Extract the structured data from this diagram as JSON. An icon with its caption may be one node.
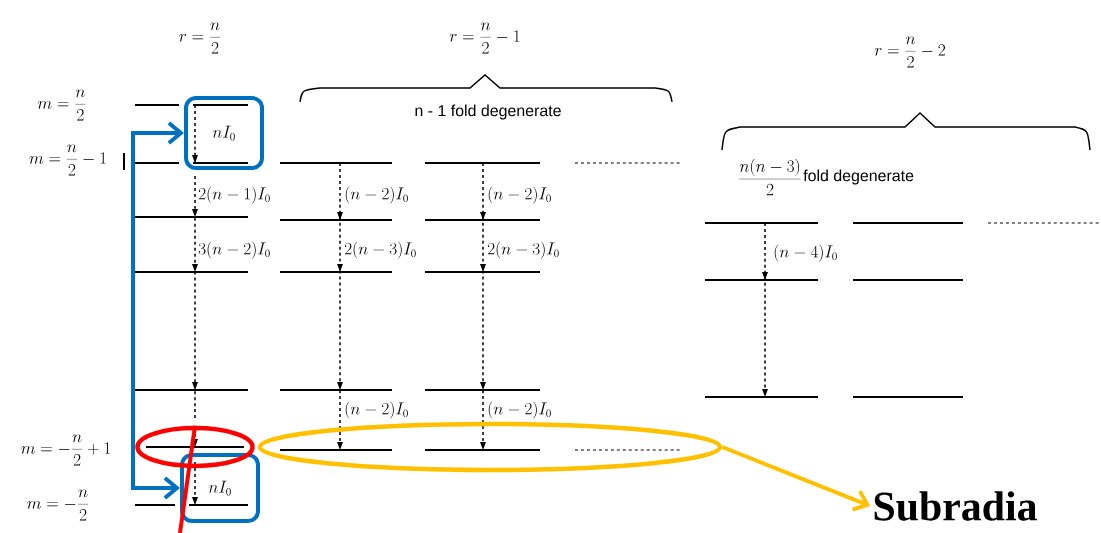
{
  "diagram": {
    "nodes": [
      {
        "text": [
          "nI_0"
        ]
      },
      {
        "text": [
          "nI_0"
        ]
      },
      {
        "text": [],
        "shape": "ellipse"
      },
      {
        "text": [],
        "shape": "ellipse"
      },
      {
        "text": [
          "Subradia"
        ]
      }
    ],
    "edges": [
      {
        "from": 0,
        "to": 1,
        "arrow": "both",
        "color": "#0070c0"
      },
      {
        "from": 3,
        "to": 4,
        "arrow": "to",
        "color": "#ffc000"
      },
      {
        "from": 2,
        "to": null,
        "arrow": "none",
        "color": "#ff0000"
      }
    ],
    "labels": [
      "r = \\frac{n}{2}",
      "r = \\frac{n}{2} - 1",
      "r = \\frac{n}{2} - 2",
      "m = \\frac{n}{2}",
      "n - 1 fold degenerate",
      "m = \\frac{n}{2} - 1",
      "\\frac{n(n-3)}{2}",
      "fold degenerate",
      "2(n-1)I_0",
      "(n-2)I_0",
      "(n-2)I_0",
      "3(n-2)I_0",
      "2(n-3)I_0",
      "2(n-3)I_0",
      "(n-4)I_0",
      "(n-2)I_0",
      "(n-2)I_0",
      "m = -\\frac{n}{2} + 1",
      "m = -\\frac{n}{2}"
    ]
  }
}
